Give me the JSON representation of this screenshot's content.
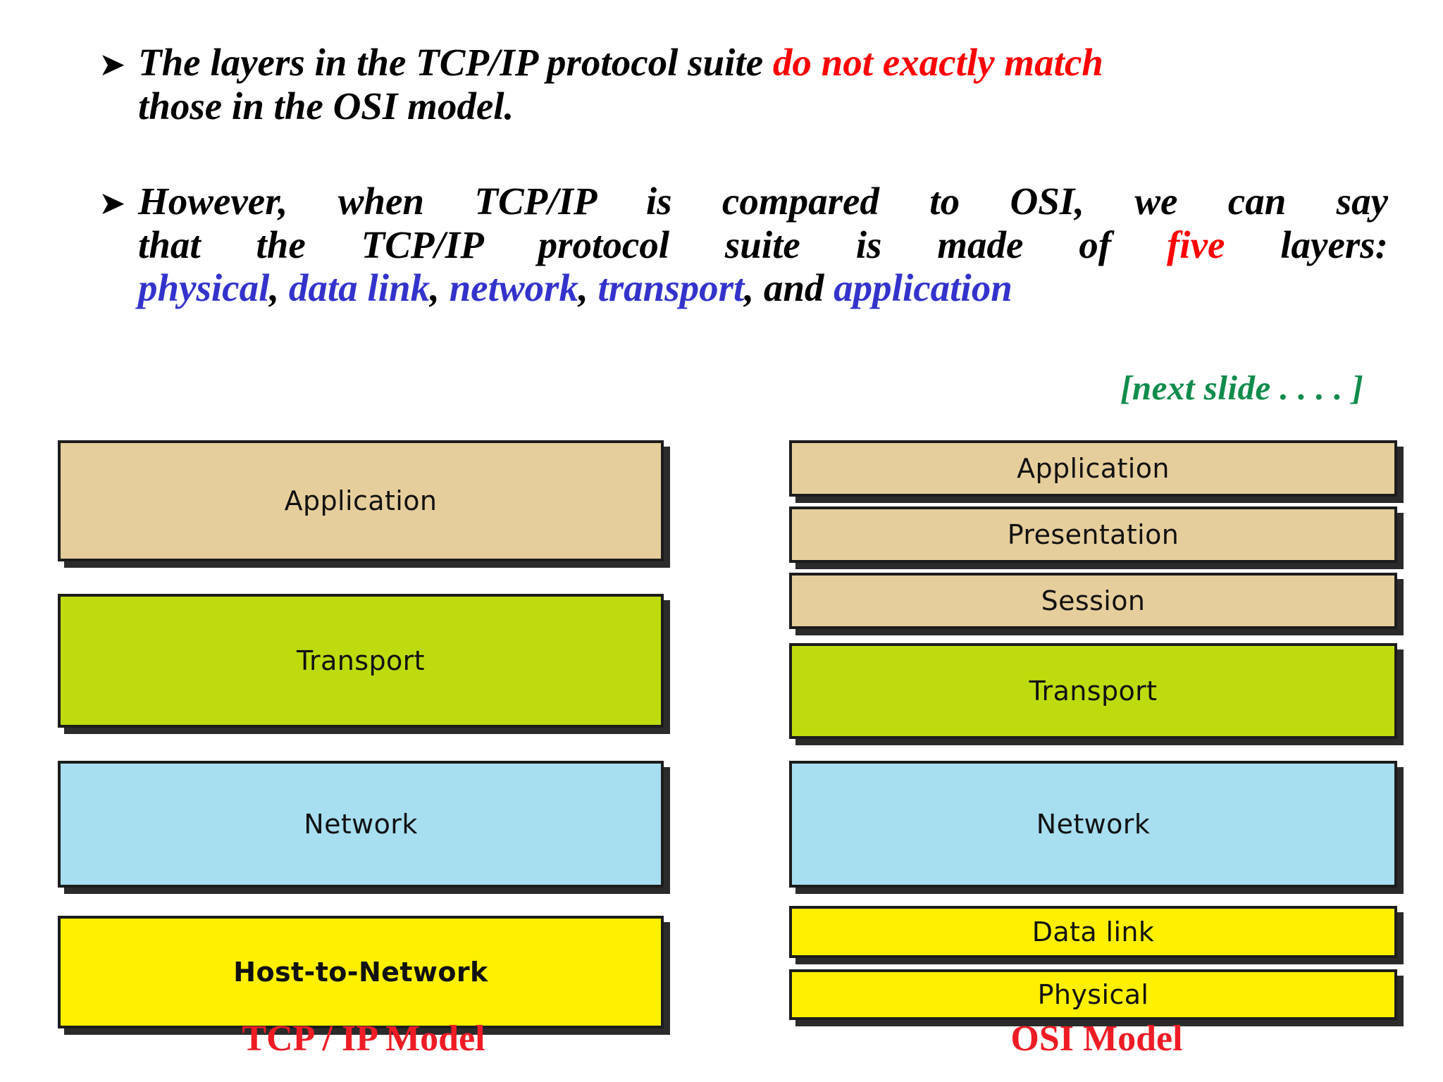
{
  "slide": {
    "bullets": [
      {
        "marker": "➤",
        "segments": [
          {
            "text": "The layers in the TCP/IP protocol suite ",
            "color": "black"
          },
          {
            "text": "do not exactly match",
            "color": "red"
          },
          {
            "text": " those in the OSI model.",
            "color": "black"
          }
        ],
        "line1_black": "The layers in the TCP/IP protocol suite ",
        "line1_red": "do not exactly match",
        "line2": "those in the OSI model."
      },
      {
        "marker": "➤",
        "line1": "However, when TCP/IP is compared to OSI, we can say",
        "line2_a": "that the TCP/IP protocol suite is made of ",
        "line2_five": "five",
        "line2_b": " layers:",
        "line3_physical": "physical",
        "line3_comma1": ", ",
        "line3_datalink": "data link",
        "line3_comma2": ", ",
        "line3_network": "network",
        "line3_comma3": ", ",
        "line3_transport": "transport",
        "line3_and": ", and ",
        "line3_application": "application"
      }
    ],
    "next_slide_note": "[next slide . . . .  ]"
  },
  "diagram": {
    "tcpip": {
      "caption": "TCP / IP Model",
      "layers": [
        {
          "label": "Application",
          "color": "#E6CE9C",
          "bold": false
        },
        {
          "label": "Transport",
          "color": "#BEDB0D",
          "bold": false
        },
        {
          "label": "Network",
          "color": "#A7DEF0",
          "bold": false
        },
        {
          "label": "Host-to-Network",
          "color": "#FFF000",
          "bold": true
        }
      ]
    },
    "osi": {
      "caption": "OSI Model",
      "layers": [
        {
          "label": "Application",
          "color": "#E6CE9C",
          "bold": false
        },
        {
          "label": "Presentation",
          "color": "#E6CE9C",
          "bold": false
        },
        {
          "label": "Session",
          "color": "#E6CE9C",
          "bold": false
        },
        {
          "label": "Transport",
          "color": "#BEDB0D",
          "bold": false
        },
        {
          "label": "Network",
          "color": "#A7DEF0",
          "bold": false
        },
        {
          "label": "Data link",
          "color": "#FFF000",
          "bold": false
        },
        {
          "label": "Physical",
          "color": "#FFF000",
          "bold": false
        }
      ]
    }
  },
  "colors": {
    "accent_red": "#FF0000",
    "caption_red": "#EE1C25",
    "highlight_blue": "#3333CC",
    "note_green": "#108C4B",
    "tan": "#E6CE9C",
    "green": "#BEDB0D",
    "lightblue": "#A7DEF0",
    "yellow": "#FFF000",
    "box_border": "#1C1C1C"
  }
}
